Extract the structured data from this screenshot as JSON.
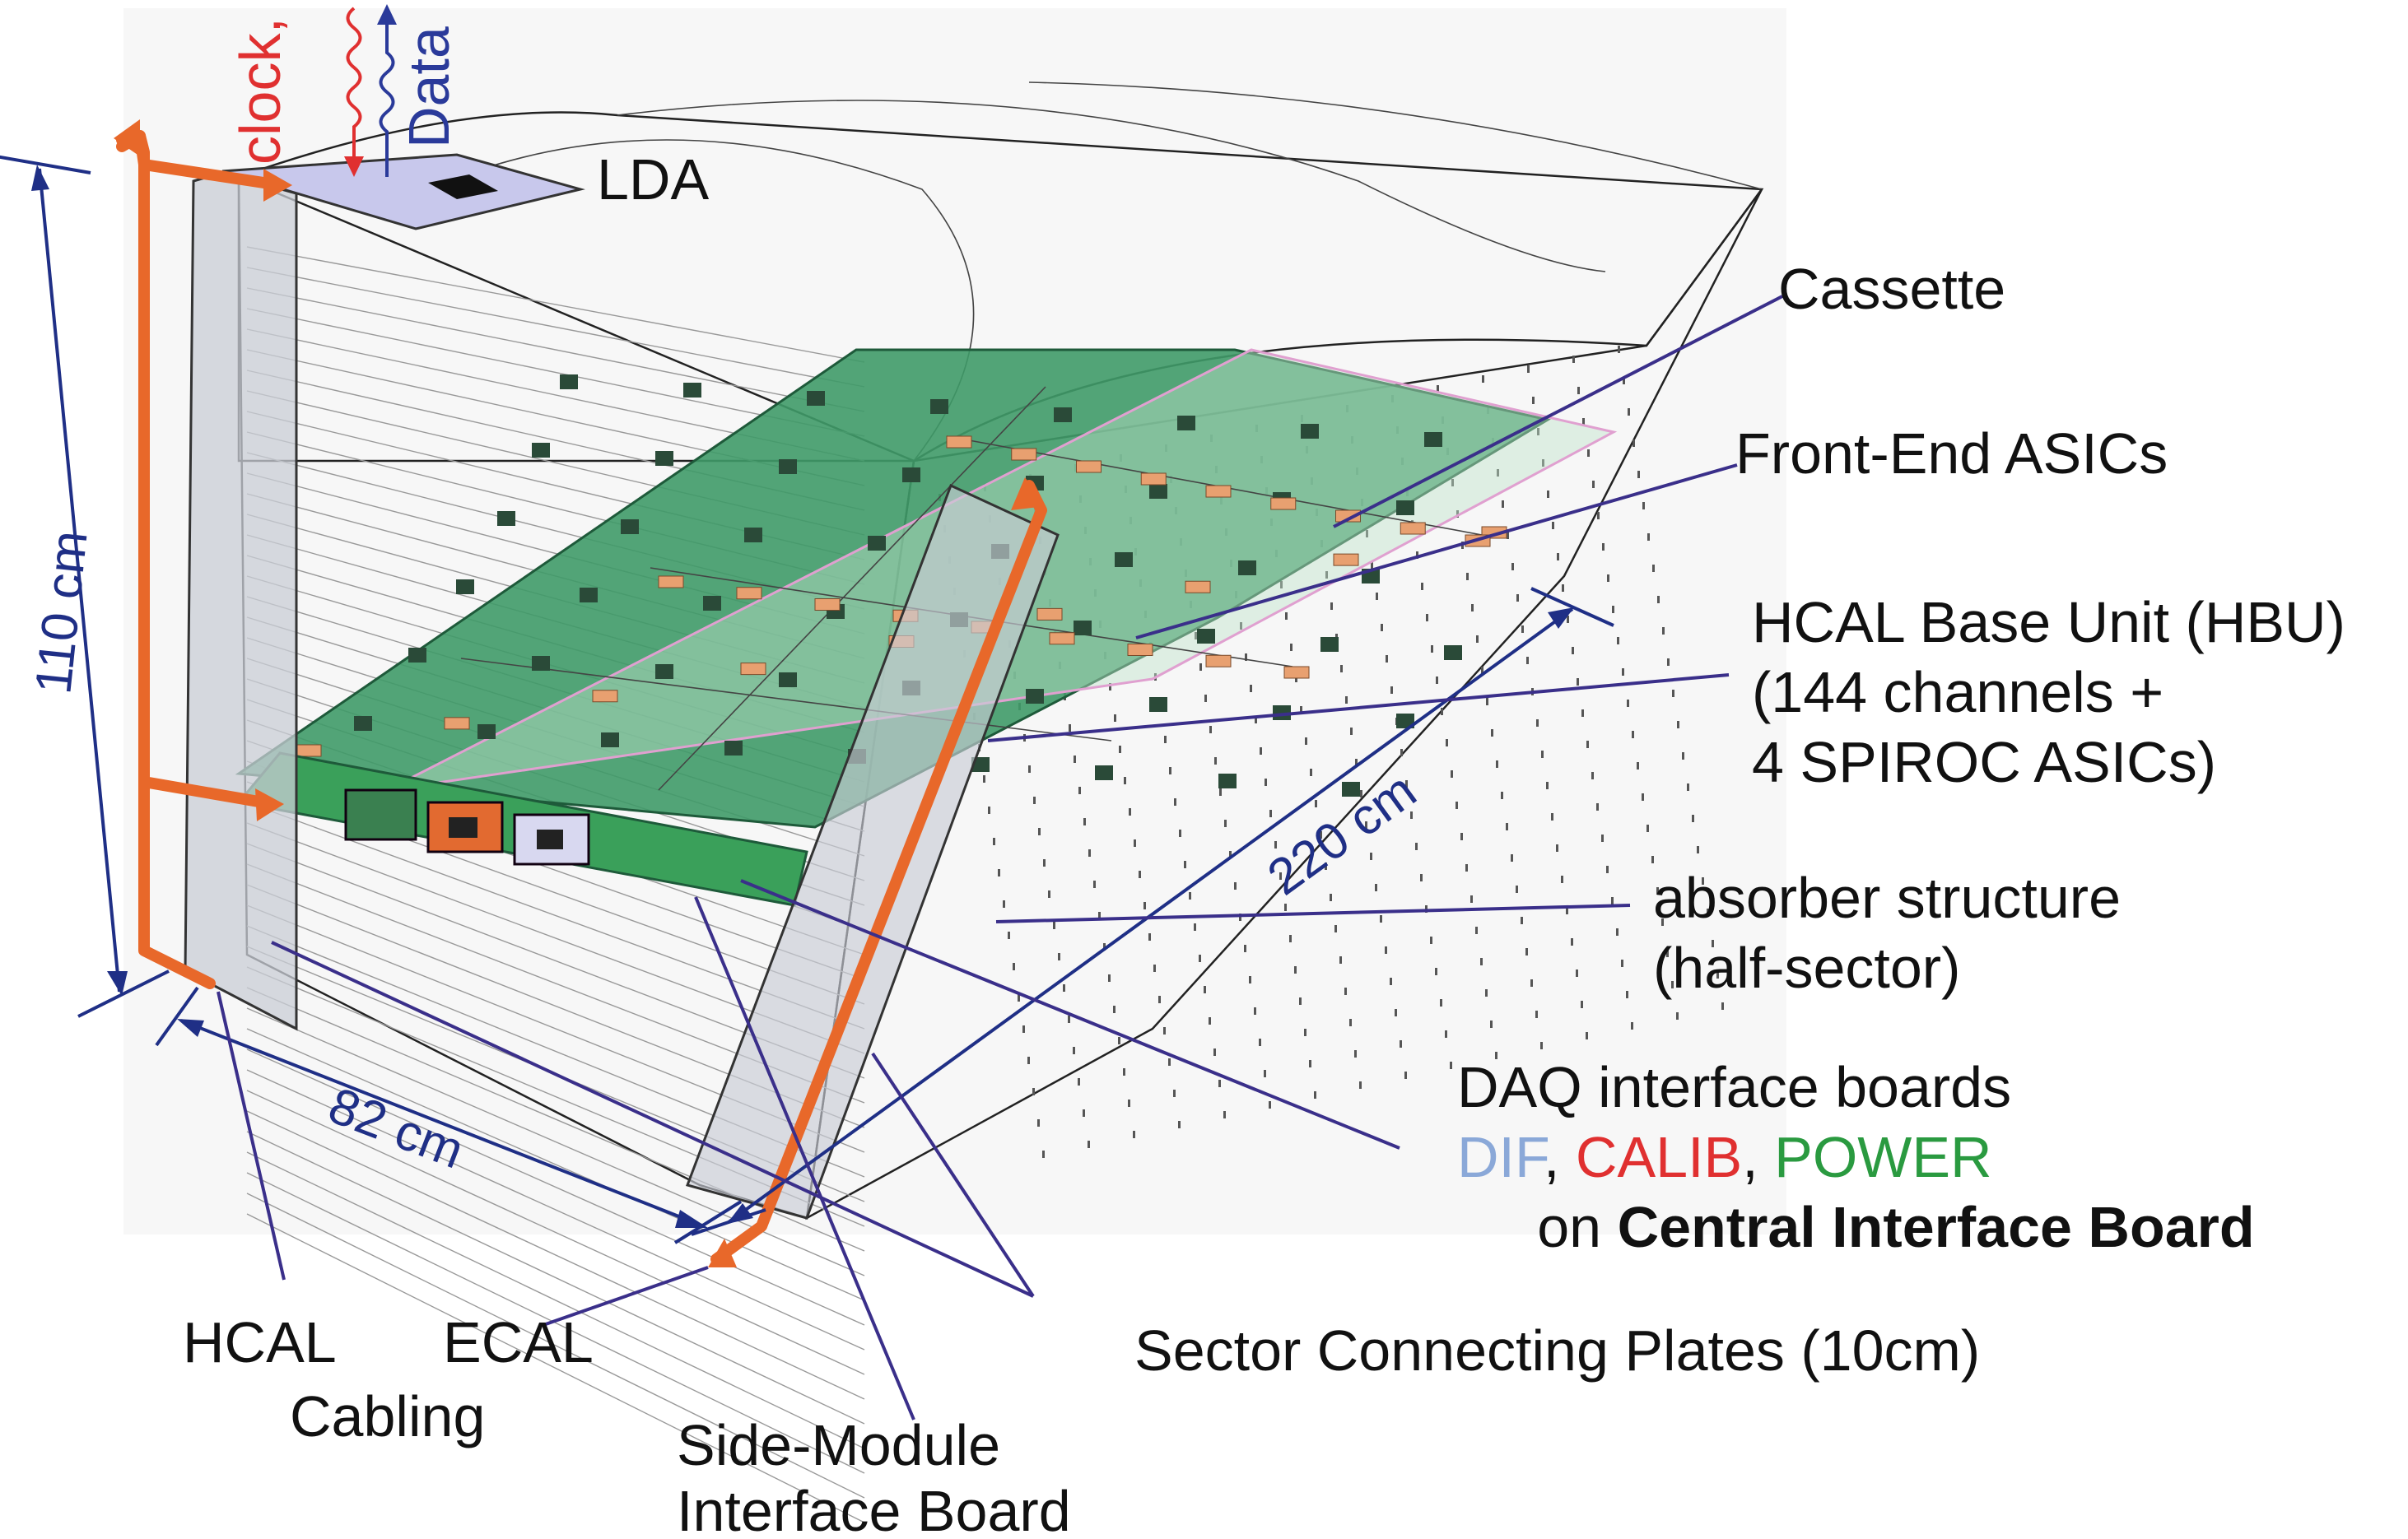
{
  "signals": {
    "clock_control": "clock, control",
    "data": "Data"
  },
  "labels": {
    "lda": "LDA",
    "cassette": "Cassette",
    "front_end_asics": "Front-End ASICs",
    "hbu_line1": "HCAL Base Unit (HBU)",
    "hbu_line2": "(144 channels +",
    "hbu_line3": "4 SPIROC ASICs)",
    "absorber_line1": "absorber structure",
    "absorber_line2": "(half-sector)",
    "daq_line1": "DAQ interface boards",
    "daq_dif": "DIF",
    "daq_sep1": ", ",
    "daq_calib": "CALIB",
    "daq_sep2": ", ",
    "daq_power": "POWER",
    "cib_prefix": "on ",
    "cib_bold": "Central Interface Board",
    "sector_plates": "Sector Connecting Plates (10cm)",
    "hcal": "HCAL",
    "ecal": "ECAL",
    "cabling": "Cabling",
    "side_module_line1": "Side-Module",
    "side_module_line2": "Interface Board"
  },
  "dimensions": {
    "height": "110 cm",
    "width": "82 cm",
    "length": "220 cm"
  },
  "colors": {
    "cable": "#e8682a",
    "dimension": "#1f2f86",
    "pointer": "#3a2f8a",
    "dif": "#8aa8d8",
    "calib": "#e03030",
    "power": "#2a9a40",
    "board_green": "#3f9a68",
    "asic": "#2a4a38",
    "connector": "#e8a070",
    "lda_fill": "#c8c8ec"
  }
}
